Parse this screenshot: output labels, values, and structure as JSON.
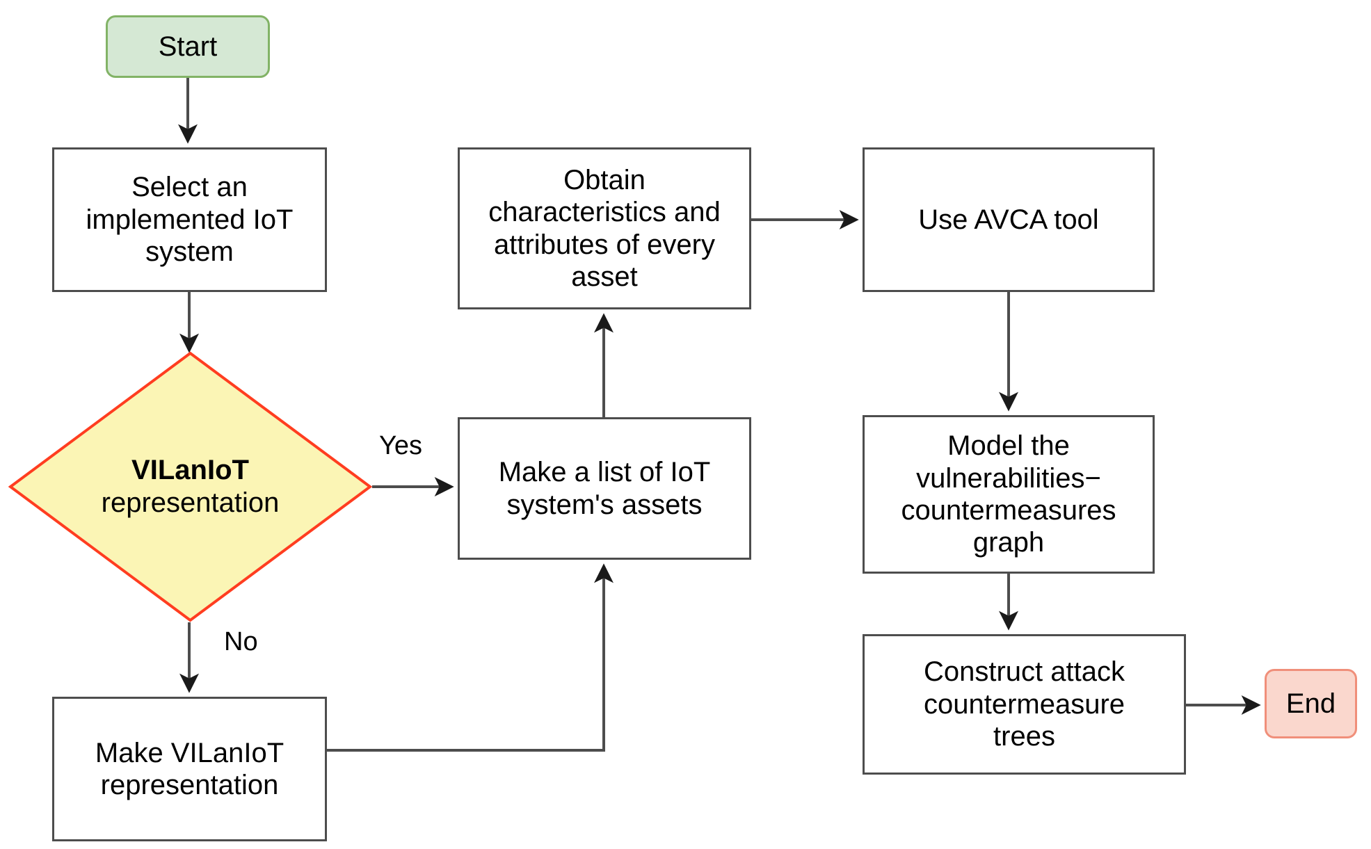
{
  "diagram": {
    "title": "IoT security assessment methodology flowchart",
    "colors": {
      "start_fill": "#d5e8d4",
      "start_stroke": "#82b366",
      "end_fill": "#fad7cd",
      "end_stroke": "#f08f7a",
      "decision_fill": "#fbf5b5",
      "decision_stroke": "#ff3d20",
      "process_fill": "#ffffff",
      "process_stroke": "#4d4d4d",
      "edge_stroke": "#4d4d4d",
      "text": "#000000"
    },
    "nodes": {
      "start": {
        "label": "Start",
        "shape": "terminal"
      },
      "select_system": {
        "label": "Select an\nimplemented IoT\nsystem",
        "shape": "process"
      },
      "decision": {
        "label_line1": "VILanIoT",
        "label_line2": "representation",
        "shape": "decision"
      },
      "make_representation": {
        "label": "Make VILanIoT\nrepresentation",
        "shape": "process"
      },
      "list_assets": {
        "label": "Make a list of IoT\nsystem's assets",
        "shape": "process"
      },
      "obtain_characteristics": {
        "label": "Obtain\ncharacteristics and\nattributes of every\nasset",
        "shape": "process"
      },
      "use_avca": {
        "label": "Use AVCA tool",
        "shape": "process"
      },
      "model_graph": {
        "label": "Model the\nvulnerabilities−\ncountermeasures\ngraph",
        "shape": "process"
      },
      "construct_trees": {
        "label": "Construct attack\ncountermeasure\ntrees",
        "shape": "process"
      },
      "end": {
        "label": "End",
        "shape": "terminal"
      }
    },
    "edge_labels": {
      "yes": "Yes",
      "no": "No"
    },
    "edges": [
      {
        "from": "start",
        "to": "select_system",
        "label": ""
      },
      {
        "from": "select_system",
        "to": "decision",
        "label": ""
      },
      {
        "from": "decision",
        "to": "list_assets",
        "label": "Yes"
      },
      {
        "from": "decision",
        "to": "make_representation",
        "label": "No"
      },
      {
        "from": "make_representation",
        "to": "list_assets",
        "label": ""
      },
      {
        "from": "list_assets",
        "to": "obtain_characteristics",
        "label": ""
      },
      {
        "from": "obtain_characteristics",
        "to": "use_avca",
        "label": ""
      },
      {
        "from": "use_avca",
        "to": "model_graph",
        "label": ""
      },
      {
        "from": "model_graph",
        "to": "construct_trees",
        "label": ""
      },
      {
        "from": "construct_trees",
        "to": "end",
        "label": ""
      }
    ]
  }
}
